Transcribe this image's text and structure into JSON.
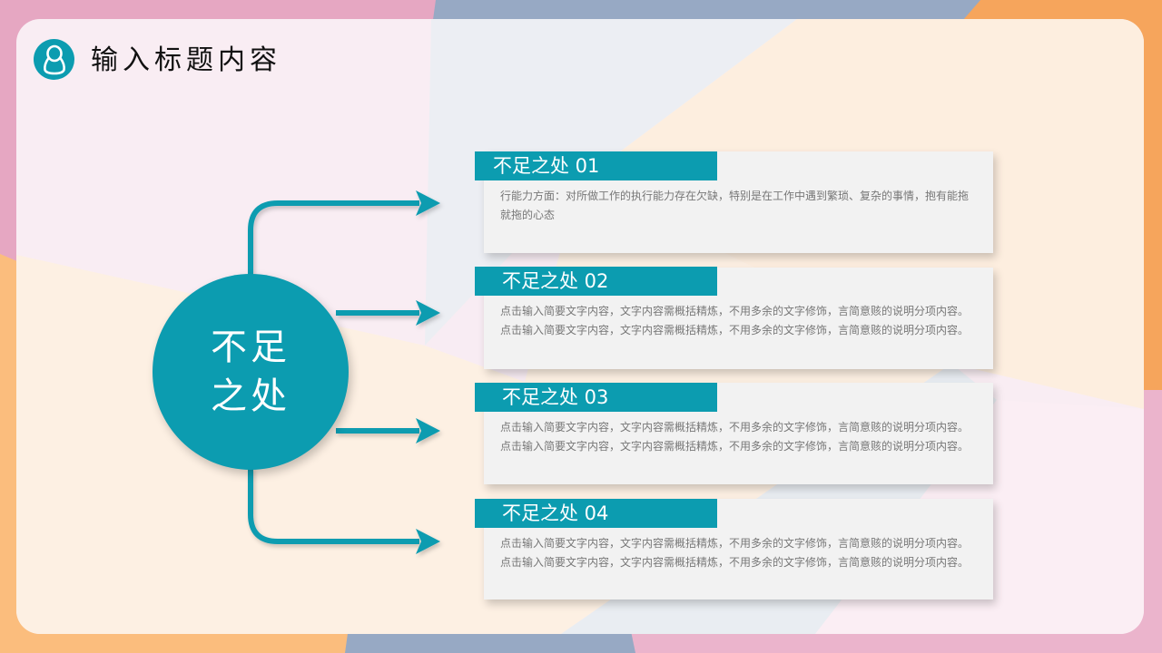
{
  "header": {
    "icon": "user-icon",
    "title": "输入标题内容"
  },
  "hub": {
    "line1": "不足",
    "line2": "之处"
  },
  "cards": [
    {
      "label": "不足之处 01",
      "text": "行能力方面：对所做工作的执行能力存在欠缺，特别是在工作中遇到繁琐、复杂的事情，抱有能拖就拖的心态"
    },
    {
      "label": "不足之处 02",
      "text": "点击输入简要文字内容，文字内容需概括精炼，不用多余的文字修饰，言简意赅的说明分项内容。点击输入简要文字内容，文字内容需概括精炼，不用多余的文字修饰，言简意赅的说明分项内容。"
    },
    {
      "label": "不足之处 03",
      "text": "点击输入简要文字内容，文字内容需概括精炼，不用多余的文字修饰，言简意赅的说明分项内容。点击输入简要文字内容，文字内容需概括精炼，不用多余的文字修饰，言简意赅的说明分项内容。"
    },
    {
      "label": "不足之处 04",
      "text": "点击输入简要文字内容，文字内容需概括精炼，不用多余的文字修饰，言简意赅的说明分项内容。点击输入简要文字内容，文字内容需概括精炼，不用多余的文字修饰，言简意赅的说明分项内容。"
    }
  ],
  "colors": {
    "accent": "#0c9cb0",
    "card_bg": "#f2f2f2",
    "body_text": "#777777",
    "title_text": "#111111"
  }
}
